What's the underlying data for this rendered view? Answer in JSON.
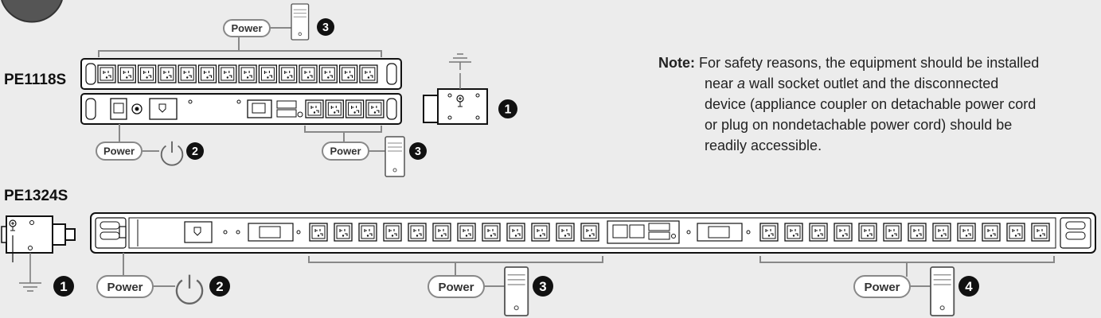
{
  "models": {
    "pe1118s": "PE1118S",
    "pe1324s": "PE1324S"
  },
  "labels": {
    "power": "Power"
  },
  "steps": [
    "1",
    "2",
    "3",
    "4"
  ],
  "note": {
    "lead": "Note:",
    "line1": "For safety reasons, the equipment should be installed",
    "line2_a": "near ",
    "line2_b": "a",
    "line2_c": " wall socket outlet and the disconnected",
    "line3": "device (appliance coupler on detachable power cord",
    "line4": "or plug on nondetachable power cord) should be",
    "line5": "readily accessible."
  },
  "icons": [
    "ground-icon",
    "power-symbol-icon",
    "computer-tower-icon",
    "outlet-icon",
    "pdu-unit"
  ]
}
